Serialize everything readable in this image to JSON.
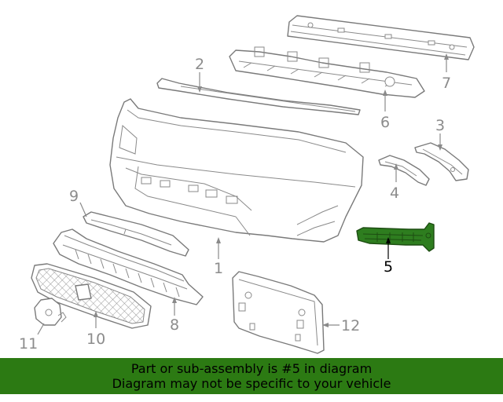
{
  "callouts": [
    {
      "id": "1",
      "label": "1",
      "highlighted": false
    },
    {
      "id": "2",
      "label": "2",
      "highlighted": false
    },
    {
      "id": "3",
      "label": "3",
      "highlighted": false
    },
    {
      "id": "4",
      "label": "4",
      "highlighted": false
    },
    {
      "id": "5",
      "label": "5",
      "highlighted": true
    },
    {
      "id": "6",
      "label": "6",
      "highlighted": false
    },
    {
      "id": "7",
      "label": "7",
      "highlighted": false
    },
    {
      "id": "8",
      "label": "8",
      "highlighted": false
    },
    {
      "id": "9",
      "label": "9",
      "highlighted": false
    },
    {
      "id": "10",
      "label": "10",
      "highlighted": false
    },
    {
      "id": "11",
      "label": "11",
      "highlighted": false
    },
    {
      "id": "12",
      "label": "12",
      "highlighted": false
    }
  ],
  "banner": {
    "line1": "Part or sub-assembly is #5 in diagram",
    "line2": "Diagram may not be specific to your vehicle"
  },
  "colors": {
    "highlight_part": "#2e7d1f",
    "banner_background": "#2c7a13",
    "line_art": "#7a7a7a",
    "callout_text": "#8c8c8c"
  }
}
